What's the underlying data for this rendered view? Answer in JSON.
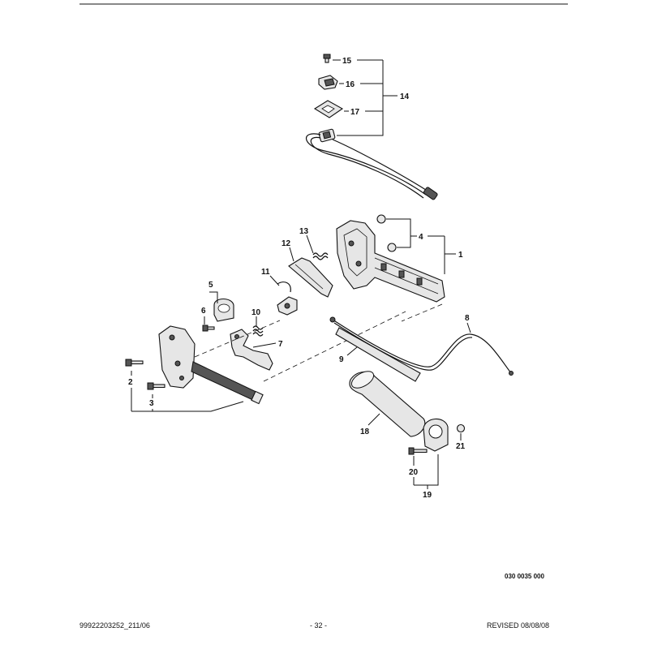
{
  "callouts": {
    "c1": "1",
    "c2": "2",
    "c3": "3",
    "c4": "4",
    "c5": "5",
    "c6": "6",
    "c7": "7",
    "c8": "8",
    "c9": "9",
    "c10": "10",
    "c11": "11",
    "c12": "12",
    "c13": "13",
    "c14": "14",
    "c15": "15",
    "c16": "16",
    "c17": "17",
    "c18": "18",
    "c19": "19",
    "c20": "20",
    "c21": "21"
  },
  "drawing_code": "030 0035 000",
  "footer": {
    "doc_number": "99922203252_211/06",
    "page": "- 32 -",
    "revised": "REVISED 08/08/08"
  }
}
